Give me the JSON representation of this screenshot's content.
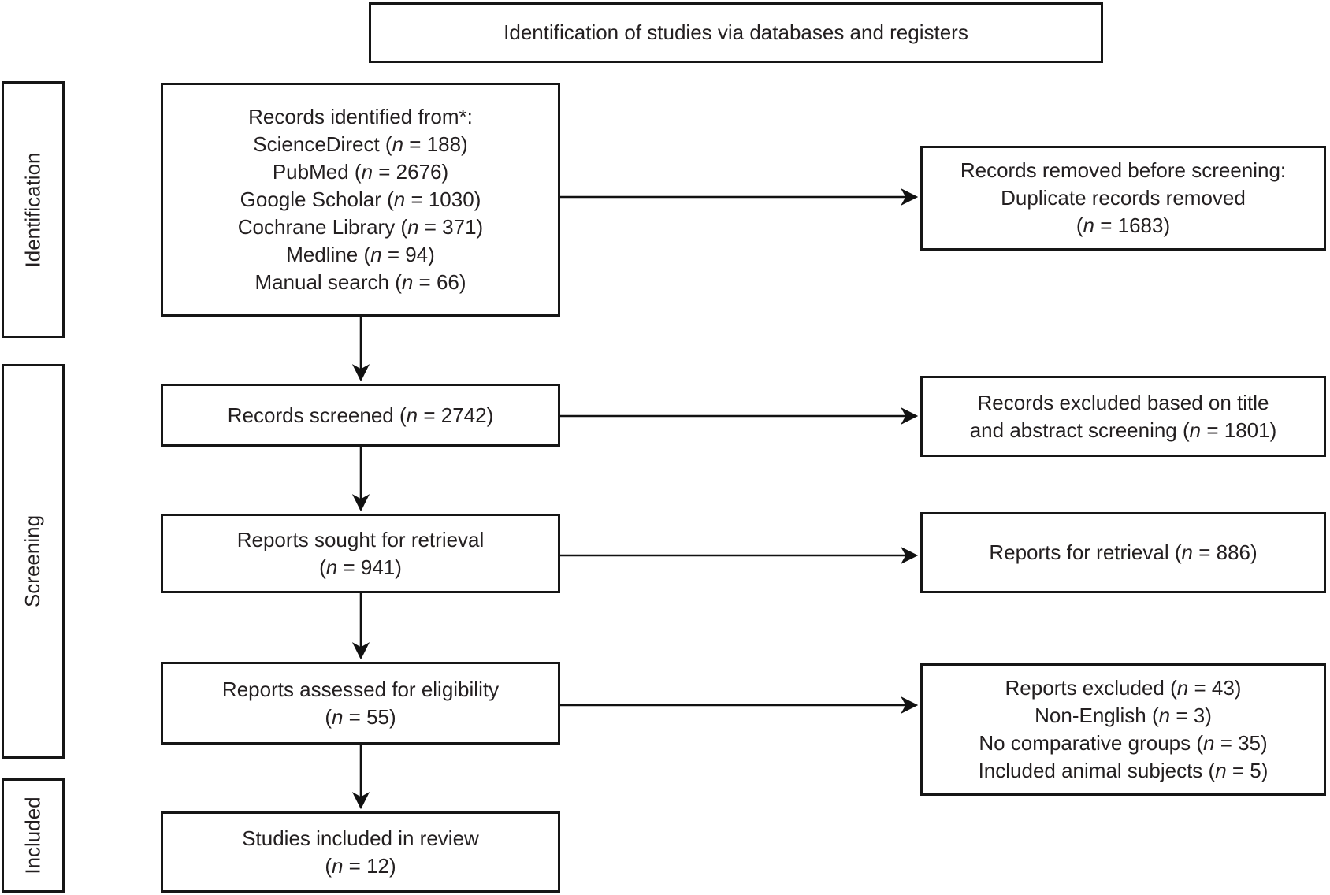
{
  "title": "Identification of studies via databases and registers",
  "side_labels": [
    {
      "label": "Identification"
    },
    {
      "label": "Screening"
    },
    {
      "label": "Included"
    }
  ],
  "main_boxes": [
    {
      "id": "records-identified",
      "lines": [
        "Records identified from*:",
        "ScienceDirect (n = 188)",
        "PubMed (n = 2676)",
        "Google Scholar (n = 1030)",
        "Cochrane Library (n = 371)",
        "Medline (n = 94)",
        "Manual search (n = 66)"
      ]
    },
    {
      "id": "records-screened",
      "lines": [
        "Records screened (n = 2742)"
      ]
    },
    {
      "id": "reports-sought",
      "lines": [
        "Reports sought for retrieval",
        "(n = 941)"
      ]
    },
    {
      "id": "reports-assessed",
      "lines": [
        "Reports assessed for eligibility",
        "(n = 55)"
      ]
    },
    {
      "id": "studies-included",
      "lines": [
        "Studies included in review",
        "(n = 12)"
      ]
    }
  ],
  "right_boxes": [
    {
      "id": "records-removed",
      "lines": [
        "Records removed before screening:",
        "Duplicate records removed",
        "(n = 1683)"
      ]
    },
    {
      "id": "records-excluded",
      "lines": [
        "Records excluded based on title",
        "and abstract screening (n = 1801)"
      ]
    },
    {
      "id": "reports-for-retrieval",
      "lines": [
        "Reports for retrieval (n = 886)"
      ]
    },
    {
      "id": "reports-excluded",
      "lines": [
        "Reports excluded (n = 43)",
        "Non-English (n = 3)",
        "No comparative groups (n = 35)",
        "Included animal subjects (n = 5)"
      ]
    }
  ]
}
